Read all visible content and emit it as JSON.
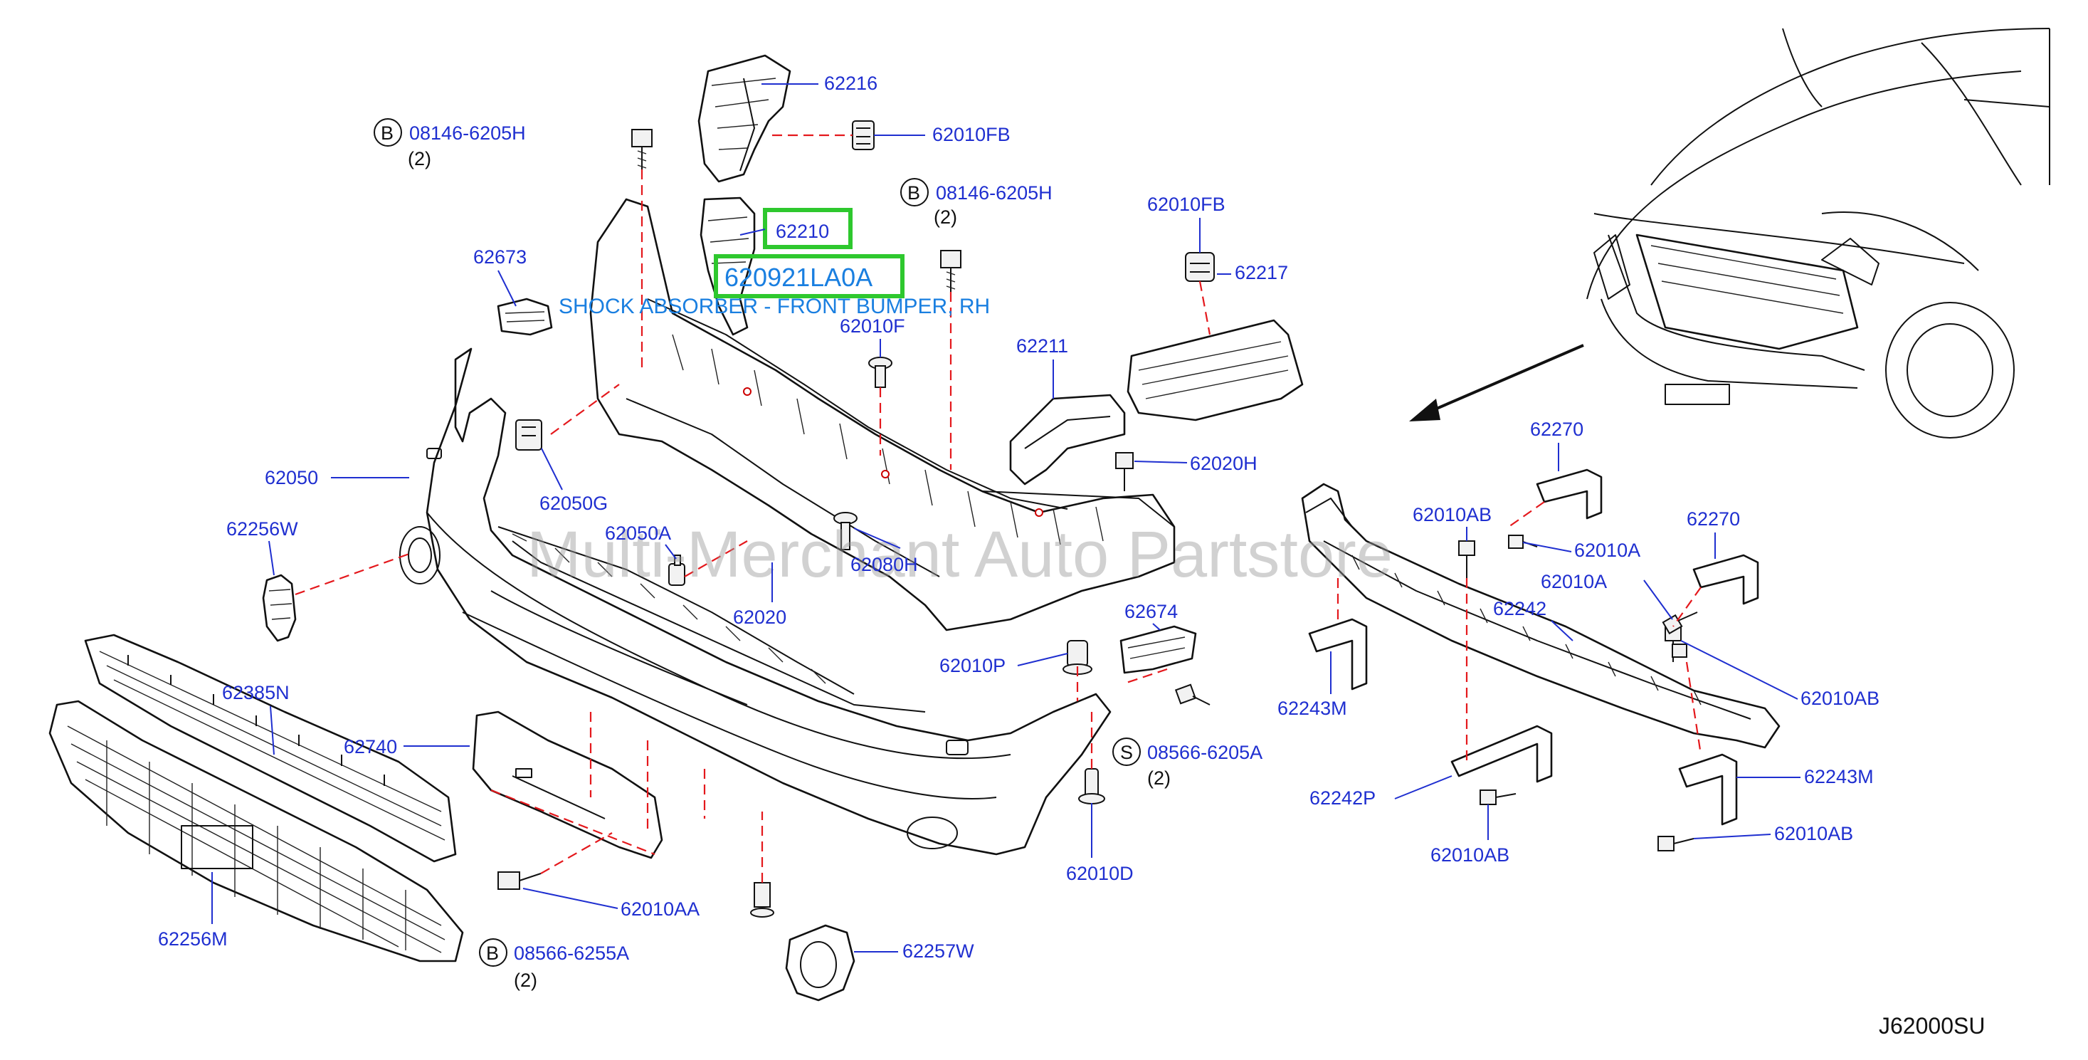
{
  "diagram_code": "J62000SU",
  "watermark": "Multi-Merchant Auto Partstore",
  "highlight": {
    "part_no": "62210",
    "oem_no": "620921LA0A",
    "description": "SHOCK ABSORBER - FRONT BUMPER, RH",
    "highlight_color": "#2ec82e"
  },
  "colors": {
    "label": "#1f2fd0",
    "dash": "#e4181c",
    "line": "#111111"
  },
  "callouts": [
    {
      "id": "b1_code",
      "prefix": "B",
      "text": "08146-6205H",
      "qty": "(2)"
    },
    {
      "id": "b2_code",
      "prefix": "B",
      "text": "08146-6205H",
      "qty": "(2)"
    },
    {
      "id": "b3_code",
      "prefix": "B",
      "text": "08566-6255A",
      "qty": "(2)"
    },
    {
      "id": "s1_code",
      "prefix": "S",
      "text": "08566-6205A",
      "qty": "(2)"
    }
  ],
  "labels": {
    "p62216": "62216",
    "p62010FB_a": "62010FB",
    "p62010FB_b": "62010FB",
    "p62673": "62673",
    "p62010F": "62010F",
    "p62217": "62217",
    "p62211": "62211",
    "p62020H": "62020H",
    "p62050": "62050",
    "p62050G": "62050G",
    "p62050A": "62050A",
    "p62080H": "62080H",
    "p62256W": "62256W",
    "p62020": "62020",
    "p62674": "62674",
    "p62010P": "62010P",
    "p62385N": "62385N",
    "p62740": "62740",
    "p62010D": "62010D",
    "p62010AA": "62010AA",
    "p62256M": "62256M",
    "p62257W": "62257W",
    "p62270_a": "62270",
    "p62270_b": "62270",
    "p62010AB_a": "62010AB",
    "p62010A_a": "62010A",
    "p62010A_b": "62010A",
    "p62242": "62242",
    "p62010AB_b": "62010AB",
    "p62243M_a": "62243M",
    "p62243M_b": "62243M",
    "p62242P": "62242P",
    "p62010AB_c": "62010AB",
    "p62010AB_d": "62010AB"
  }
}
